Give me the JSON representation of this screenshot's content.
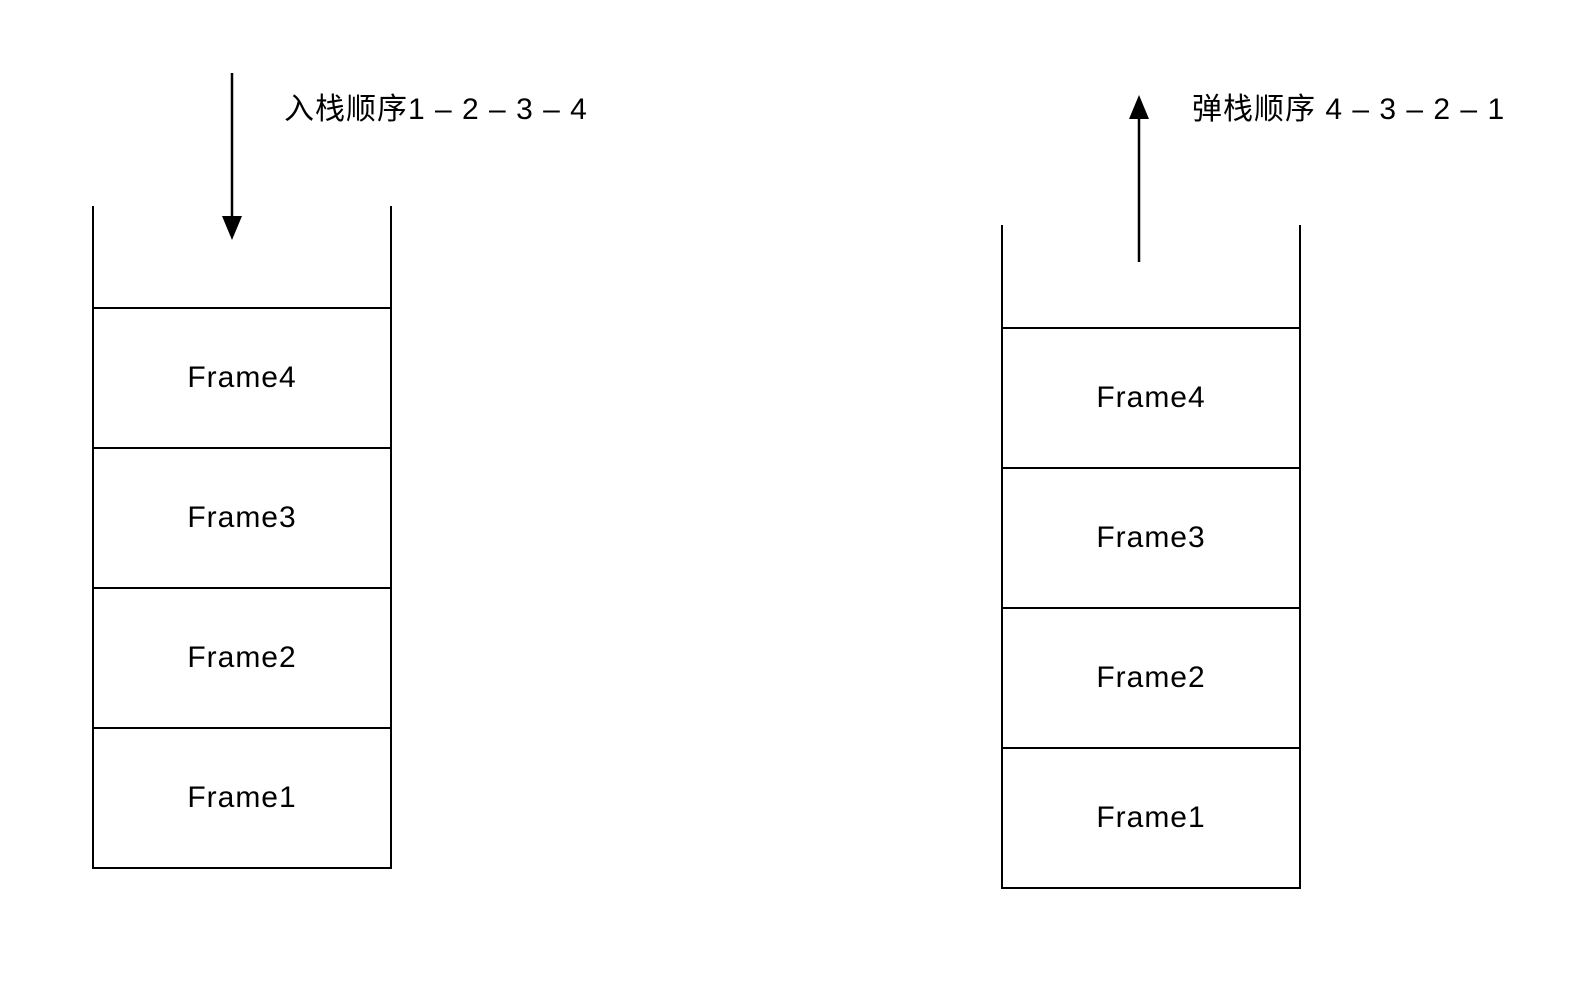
{
  "diagram": {
    "title_hint": "stack push/pop order diagram",
    "colors": {
      "line": "#000000",
      "text": "#000000",
      "background": "#ffffff"
    },
    "push": {
      "label": "入栈顺序1 – 2 – 3 – 4",
      "arrow_icon": "arrow-down",
      "frames": [
        "Frame4",
        "Frame3",
        "Frame2",
        "Frame1"
      ]
    },
    "pop": {
      "label": "弹栈顺序 4 – 3 – 2 – 1",
      "arrow_icon": "arrow-up",
      "frames": [
        "Frame4",
        "Frame3",
        "Frame2",
        "Frame1"
      ]
    }
  }
}
